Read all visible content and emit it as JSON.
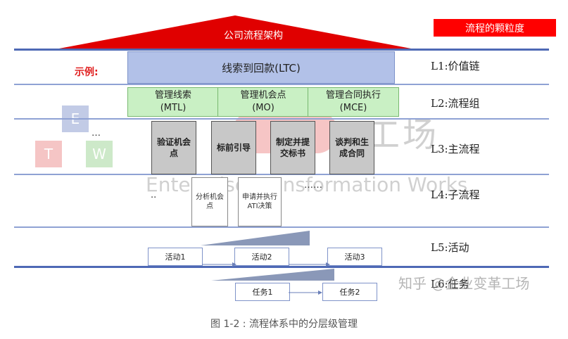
{
  "roof": {
    "title": "公司流程架构",
    "color": "#e00000"
  },
  "granularity_label": "流程的颗粒度",
  "example_label": "示例:",
  "levels": [
    {
      "id": "L1",
      "label": "L1:价值链"
    },
    {
      "id": "L2",
      "label": "L2:流程组"
    },
    {
      "id": "L3",
      "label": "L3:主流程"
    },
    {
      "id": "L4",
      "label": "L4:子流程"
    },
    {
      "id": "L5",
      "label": "L5:活动"
    },
    {
      "id": "L6",
      "label": "L6:任务"
    }
  ],
  "l1_box": "线索到回款(LTC)",
  "l2_boxes": [
    {
      "name": "管理线索",
      "code": "(MTL)"
    },
    {
      "name": "管理机会点",
      "code": "(MO)"
    },
    {
      "name": "管理合同执行",
      "code": "(MCE)"
    }
  ],
  "l3_boxes": [
    "验证机会点",
    "标前引导",
    "制定并提交标书",
    "谈判和生成合同"
  ],
  "l4_boxes": [
    "分析机会点",
    "申请并执行ATI决策"
  ],
  "activities": [
    "活动1",
    "活动2",
    "活动3"
  ],
  "tasks": [
    "任务1",
    "任务2"
  ],
  "ellipses": {
    "l3": "…",
    "l4_left": "..",
    "l4_right": "……"
  },
  "watermark": {
    "big_suffix": "工场",
    "english": "Enterprise Transformation Works",
    "zhihu": "知乎 @企业变革工场",
    "tiles": [
      "E",
      "T",
      "W"
    ]
  },
  "caption": "图 1-2 : 流程体系中的分层级管理",
  "colors": {
    "l1_fill": "#b2c1e8",
    "l2_fill": "#c9f0c4",
    "l3_fill": "#c8c8c8",
    "line": "#8fa2d4",
    "triangle": "#8a98b8"
  }
}
